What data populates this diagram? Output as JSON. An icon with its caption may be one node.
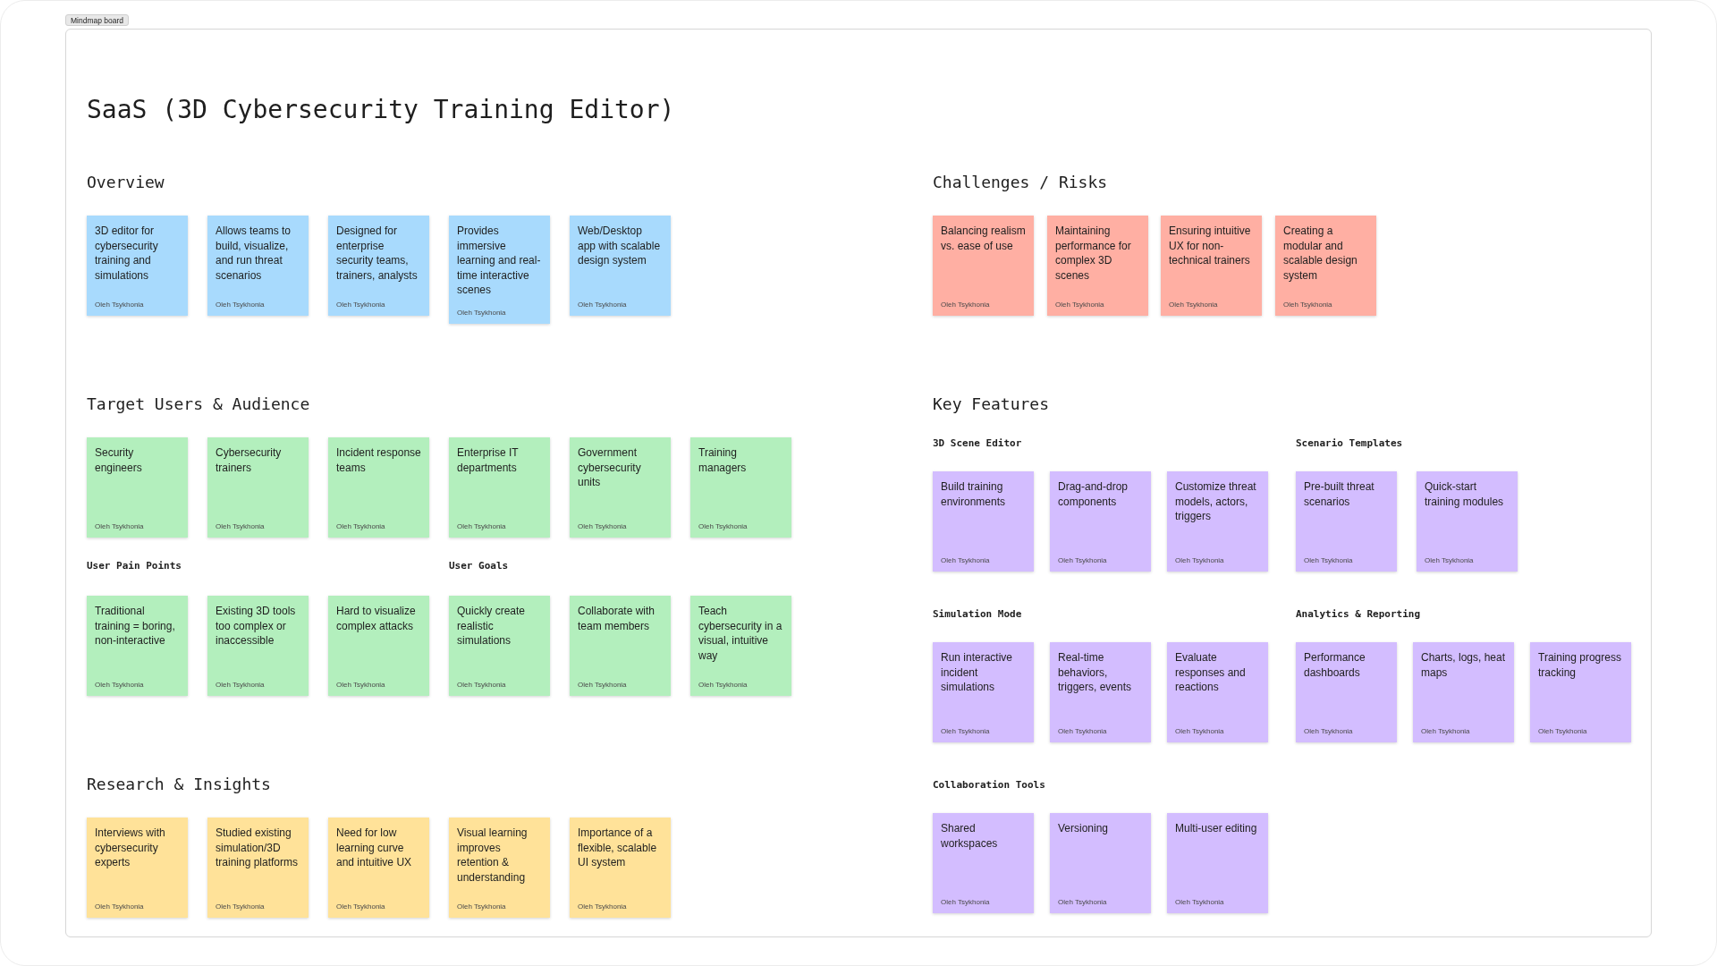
{
  "diagram": {
    "title": "SaaS (3D Cybersecurity Training Editor)",
    "nodes": [
      {
        "text": [
          "Mindmap board"
        ]
      },
      {
        "text": [
          "3D editor for cybersecurity training and simulations",
          "Oleh Tsykhonia"
        ],
        "in": 0
      },
      {
        "text": [
          "Allows teams to build, visualize, and run threat scenarios",
          "Oleh Tsykhonia"
        ],
        "in": 0
      },
      {
        "text": [
          "Designed for enterprise security teams, trainers, analysts",
          "Oleh Tsykhonia"
        ],
        "in": 0
      },
      {
        "text": [
          "Provides immersive learning and real-time interactive scenes",
          "Oleh Tsykhonia"
        ],
        "in": 0
      },
      {
        "text": [
          "Web/Desktop app with scalable design system",
          "Oleh Tsykhonia"
        ],
        "in": 0
      },
      {
        "text": [
          "Balancing realism vs. ease of use",
          "Oleh Tsykhonia"
        ],
        "in": 0
      },
      {
        "text": [
          "Maintaining performance for complex 3D scenes",
          "Oleh Tsykhonia"
        ],
        "in": 0
      },
      {
        "text": [
          "Ensuring intuitive UX for non-technical trainers",
          "Oleh Tsykhonia"
        ],
        "in": 0
      },
      {
        "text": [
          "Creating a modular and scalable design system",
          "Oleh Tsykhonia"
        ],
        "in": 0
      },
      {
        "text": [
          "Security engineers",
          "Oleh Tsykhonia"
        ],
        "in": 0
      },
      {
        "text": [
          "Cybersecurity trainers",
          "Oleh Tsykhonia"
        ],
        "in": 0
      },
      {
        "text": [
          "Incident response teams",
          "Oleh Tsykhonia"
        ],
        "in": 0
      },
      {
        "text": [
          "Enterprise IT departments",
          "Oleh Tsykhonia"
        ],
        "in": 0
      },
      {
        "text": [
          "Government cybersecurity units",
          "Oleh Tsykhonia"
        ],
        "in": 0
      },
      {
        "text": [
          "Training managers",
          "Oleh Tsykhonia"
        ],
        "in": 0
      },
      {
        "text": [
          "Traditional training = boring, non-interactive",
          "Oleh Tsykhonia"
        ],
        "in": 0
      },
      {
        "text": [
          "Existing 3D tools too complex or inaccessible",
          "Oleh Tsykhonia"
        ],
        "in": 0
      },
      {
        "text": [
          "Hard to visualize complex attacks",
          "Oleh Tsykhonia"
        ],
        "in": 0
      },
      {
        "text": [
          "Quickly create realistic simulations",
          "Oleh Tsykhonia"
        ],
        "in": 0
      },
      {
        "text": [
          "Collaborate with team members",
          "Oleh Tsykhonia"
        ],
        "in": 0
      },
      {
        "text": [
          "Teach cybersecurity in a visual, intuitive way",
          "Oleh Tsykhonia"
        ],
        "in": 0
      },
      {
        "text": [
          "Interviews with cybersecurity experts",
          "Oleh Tsykhonia"
        ],
        "in": 0
      },
      {
        "text": [
          "Studied existing simulation/3D training platforms",
          "Oleh Tsykhonia"
        ],
        "in": 0
      },
      {
        "text": [
          "Need for low learning curve and intuitive UX",
          "Oleh Tsykhonia"
        ],
        "in": 0
      },
      {
        "text": [
          "Visual learning improves retention & understanding",
          "Oleh Tsykhonia"
        ],
        "in": 0
      },
      {
        "text": [
          "Importance of a flexible, scalable UI system",
          "Oleh Tsykhonia"
        ],
        "in": 0
      },
      {
        "text": [
          "Build training environments",
          "Oleh Tsykhonia"
        ],
        "in": 0
      },
      {
        "text": [
          "Drag-and-drop components",
          "Oleh Tsykhonia"
        ],
        "in": 0
      },
      {
        "text": [
          "Customize threat models, actors, triggers",
          "Oleh Tsykhonia"
        ],
        "in": 0
      },
      {
        "text": [
          "Pre-built threat scenarios",
          "Oleh Tsykhonia"
        ],
        "in": 0
      },
      {
        "text": [
          "Quick-start training modules",
          "Oleh Tsykhonia"
        ],
        "in": 0
      },
      {
        "text": [
          "Run interactive incident simulations",
          "Oleh Tsykhonia"
        ],
        "in": 0
      },
      {
        "text": [
          "Real-time behaviors, triggers, events",
          "Oleh Tsykhonia"
        ],
        "in": 0
      },
      {
        "text": [
          "Evaluate responses and reactions",
          "Oleh Tsykhonia"
        ],
        "in": 0
      },
      {
        "text": [
          "Performance dashboards",
          "Oleh Tsykhonia"
        ],
        "in": 0
      },
      {
        "text": [
          "Charts, logs, heat maps",
          "Oleh Tsykhonia"
        ],
        "in": 0
      },
      {
        "text": [
          "Training progress tracking",
          "Oleh Tsykhonia"
        ],
        "in": 0
      },
      {
        "text": [
          "Shared workspaces",
          "Oleh Tsykhonia"
        ],
        "in": 0
      },
      {
        "text": [
          "Versioning",
          "Oleh Tsykhonia"
        ],
        "in": 0
      },
      {
        "text": [
          "Multi-user editing",
          "Oleh Tsykhonia"
        ],
        "in": 0
      }
    ],
    "labels": [
      "Overview",
      "Challenges / Risks",
      "Target Users & Audience",
      "Key Features",
      "3D Scene Editor",
      "Scenario Templates",
      "User Pain Points",
      "User Goals",
      "Simulation Mode",
      "Analytics & Reporting",
      "Research & Insights",
      "Collaboration Tools"
    ]
  }
}
